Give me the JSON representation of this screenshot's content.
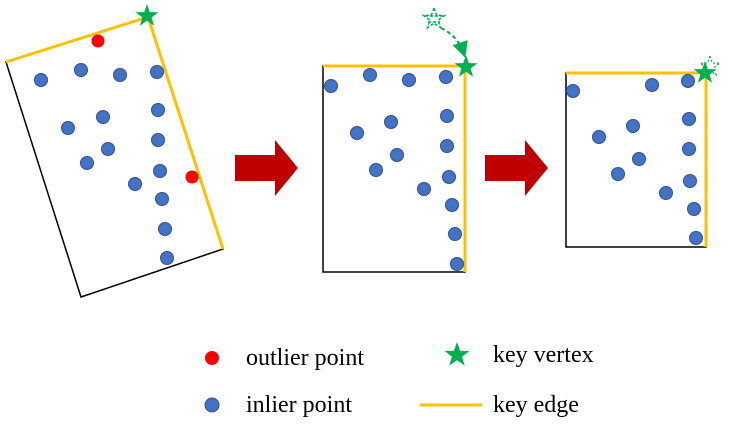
{
  "legend": {
    "outlier_label": "outlier point",
    "inlier_label": "inlier point",
    "vertex_label": "key vertex",
    "edge_label": "key edge"
  },
  "icons": {
    "arrow": "right-arrow-icon",
    "vertex": "star-icon",
    "ghost_vertex": "dashed-star-icon"
  },
  "colors": {
    "inlier": "#4472C4",
    "inlier_stroke": "#2F528F",
    "outlier": "#FF0000",
    "key_edge": "#FFC000",
    "key_vertex": "#00B050",
    "arrow": "#C00000",
    "outline": "#000000"
  }
}
